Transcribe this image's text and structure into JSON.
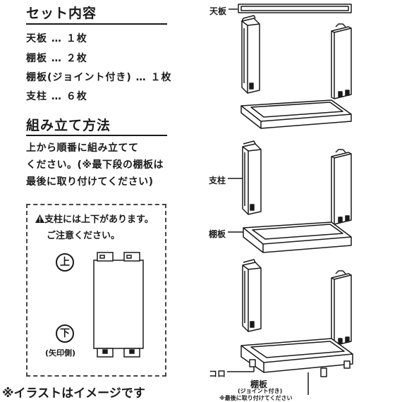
{
  "set_contents": {
    "title": "セット内容",
    "items": [
      "天板 … １枚",
      "棚板 … ２枚",
      "棚板(ジョイント付き) … １枚",
      "支柱 … ６枚"
    ]
  },
  "assembly": {
    "title": "組み立て方法",
    "lines": [
      "上から順番に組み立てて",
      "ください。(※最下段の棚板は",
      "最後に取り付けてください)"
    ]
  },
  "notice": {
    "warning_icon": "warning-triangle-icon",
    "lines": [
      "支柱には上下があります。",
      "ご注意ください。"
    ],
    "top_mark": "上",
    "bottom_mark": "下",
    "arrow_side": "(矢印側)"
  },
  "diagram_labels": {
    "top_board": "天板",
    "pillar": "支柱",
    "shelf": "棚板",
    "caster": "コロ",
    "joint_shelf": "棚板",
    "joint_sub": "(ジョイント付き)",
    "joint_note": "※最後に取り付けてください"
  },
  "footer": "※イラストはイメージです"
}
